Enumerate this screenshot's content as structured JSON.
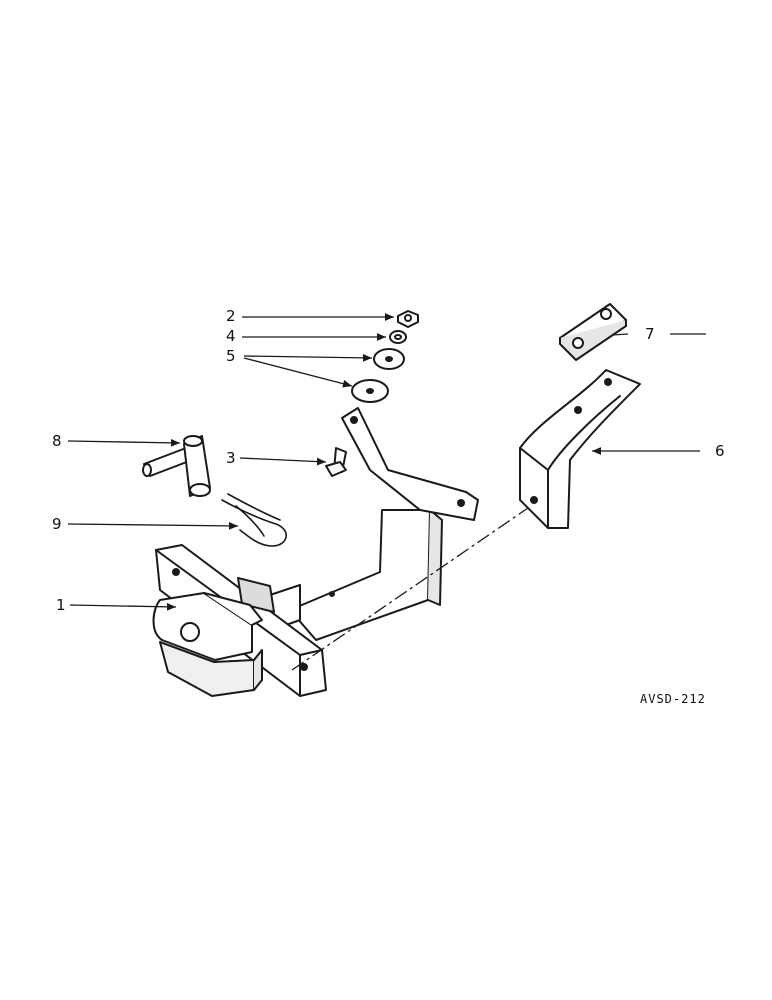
{
  "callouts": {
    "c1": "1",
    "c2": "2",
    "c3": "3",
    "c4": "4",
    "c5": "5",
    "c6": "6",
    "c7": "7",
    "c8": "8",
    "c9": "9"
  },
  "drawing_id": "AVSD-212",
  "colors": {
    "ink": "#1a1a1a",
    "paper": "#ffffff"
  }
}
